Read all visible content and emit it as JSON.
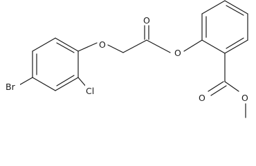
{
  "atoms": {
    "bromine": "Br",
    "chlorine": "Cl",
    "ether_oxygen": "O",
    "carbonyl_oxygen_1": "O",
    "ester_oxygen": "O",
    "carbonyl_oxygen_2": "O",
    "methoxy_oxygen": "O"
  }
}
